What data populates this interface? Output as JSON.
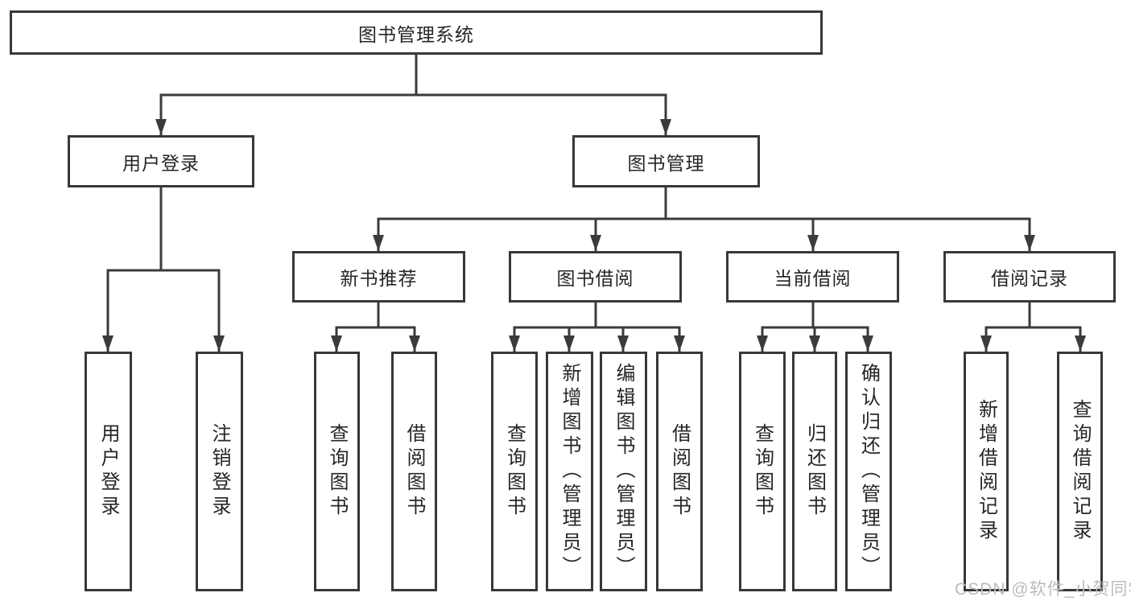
{
  "diagram": {
    "root": {
      "label": "图书管理系统"
    },
    "branches": [
      {
        "label": "用户登录"
      },
      {
        "label": "图书管理"
      }
    ],
    "sections": [
      {
        "label": "新书推荐"
      },
      {
        "label": "图书借阅"
      },
      {
        "label": "当前借阅"
      },
      {
        "label": "借阅记录"
      }
    ],
    "leaves": [
      {
        "label": "用户登录"
      },
      {
        "label": "注销登录"
      },
      {
        "label": "查询图书"
      },
      {
        "label": "借阅图书"
      },
      {
        "label": "查询图书"
      },
      {
        "label": "新增图书（管理员）"
      },
      {
        "label": "编辑图书（管理员）"
      },
      {
        "label": "借阅图书"
      },
      {
        "label": "查询图书"
      },
      {
        "label": "归还图书"
      },
      {
        "label": "确认归还（管理员）"
      },
      {
        "label": "新增借阅记录"
      },
      {
        "label": "查询借阅记录"
      }
    ]
  },
  "watermark": "CSDN @软件_小贺同学",
  "colors": {
    "line": "#3b3b3b",
    "border": "#383838",
    "text": "#262626",
    "background": "#ffffff",
    "watermark": "#b9bcc0"
  }
}
